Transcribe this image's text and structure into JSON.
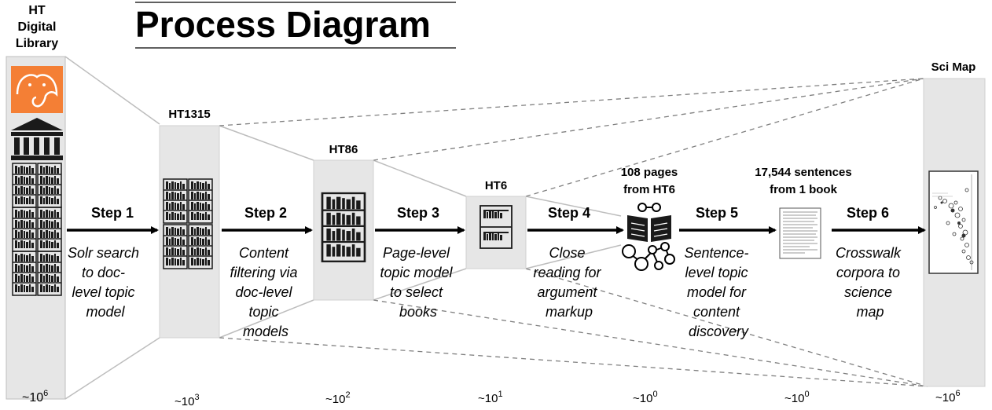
{
  "title": "Process Diagram",
  "source": {
    "label_line1": "HT",
    "label_line2": "Digital",
    "label_line3": "Library",
    "magnitude_base": "~10",
    "magnitude_exp": "6"
  },
  "stages": [
    {
      "label": "HT1315",
      "magnitude_base": "~10",
      "magnitude_exp": "3"
    },
    {
      "label": "HT86",
      "magnitude_base": "~10",
      "magnitude_exp": "2"
    },
    {
      "label": "HT6",
      "magnitude_base": "~10",
      "magnitude_exp": "1"
    },
    {
      "label_line1": "108 pages",
      "label_line2": "from HT6",
      "magnitude_base": "~10",
      "magnitude_exp": "0"
    },
    {
      "label_line1": "17,544 sentences",
      "label_line2": "from 1 book",
      "magnitude_base": "~10",
      "magnitude_exp": "0"
    },
    {
      "label": "Sci Map",
      "magnitude_base": "~10",
      "magnitude_exp": "6"
    }
  ],
  "steps": [
    {
      "label": "Step 1",
      "desc": [
        "Solr search",
        "to doc-",
        "level topic",
        "model"
      ]
    },
    {
      "label": "Step 2",
      "desc": [
        "Content",
        "filtering via",
        "doc-level",
        "topic",
        "models"
      ]
    },
    {
      "label": "Step 3",
      "desc": [
        "Page-level",
        "topic model",
        "to select",
        "books"
      ]
    },
    {
      "label": "Step 4",
      "desc": [
        "Close",
        "reading for",
        "argument",
        "markup"
      ]
    },
    {
      "label": "Step 5",
      "desc": [
        "Sentence-",
        "level topic",
        "model for",
        "content",
        "discovery"
      ]
    },
    {
      "label": "Step 6",
      "desc": [
        "Crosswalk",
        "corpora to",
        "science",
        "map"
      ]
    }
  ],
  "colors": {
    "panel": "#e6e6e6",
    "panel_edge": "#bdbdbd",
    "logo": "#f47f35",
    "arrow": "#000000",
    "dashed": "#808080"
  }
}
